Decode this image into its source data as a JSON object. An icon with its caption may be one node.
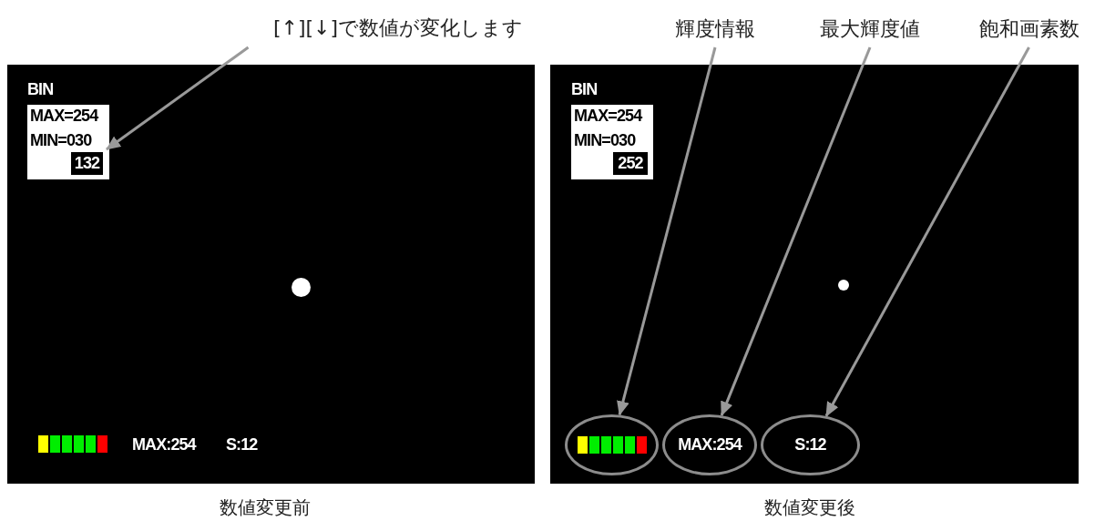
{
  "diagram": {
    "nodes": [
      {
        "text": [
          "[↑][↓]で数値が変化します"
        ]
      },
      {
        "text": [
          "132"
        ]
      },
      {
        "text": [
          "輝度情報"
        ]
      },
      {
        "text": [
          "最大輝度値"
        ]
      },
      {
        "text": [
          "飽和画素数"
        ]
      },
      {
        "text": [
          "252"
        ]
      },
      {
        "text": [],
        "shape": "ellipse"
      },
      {
        "text": [
          "MAX:254"
        ]
      },
      {
        "text": [
          "S:12"
        ]
      }
    ],
    "edges": [
      {
        "from": 0,
        "to": 1,
        "arrow": "to"
      },
      {
        "from": 2,
        "to": 6,
        "arrow": "to"
      },
      {
        "from": 3,
        "to": 7,
        "arrow": "to"
      },
      {
        "from": 4,
        "to": 8,
        "arrow": "to"
      }
    ],
    "labels": [
      "BIN",
      "MAX=254",
      "MIN=030",
      "MAX:254",
      "S:12",
      "数値変更前",
      "BIN",
      "MAX=254",
      "MIN=030",
      "数値変更後"
    ]
  }
}
